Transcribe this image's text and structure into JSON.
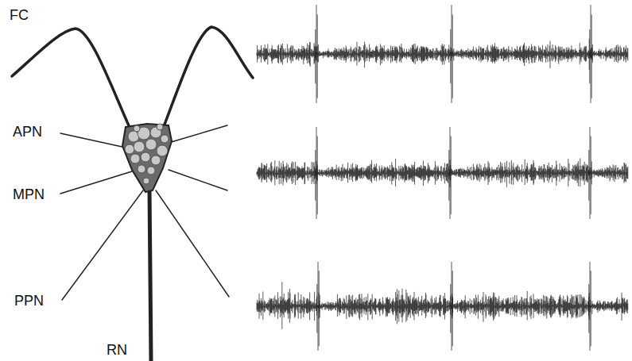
{
  "diagram": {
    "labels": [
      "FC",
      "APN",
      "MPN",
      "PPN",
      "RN"
    ]
  }
}
